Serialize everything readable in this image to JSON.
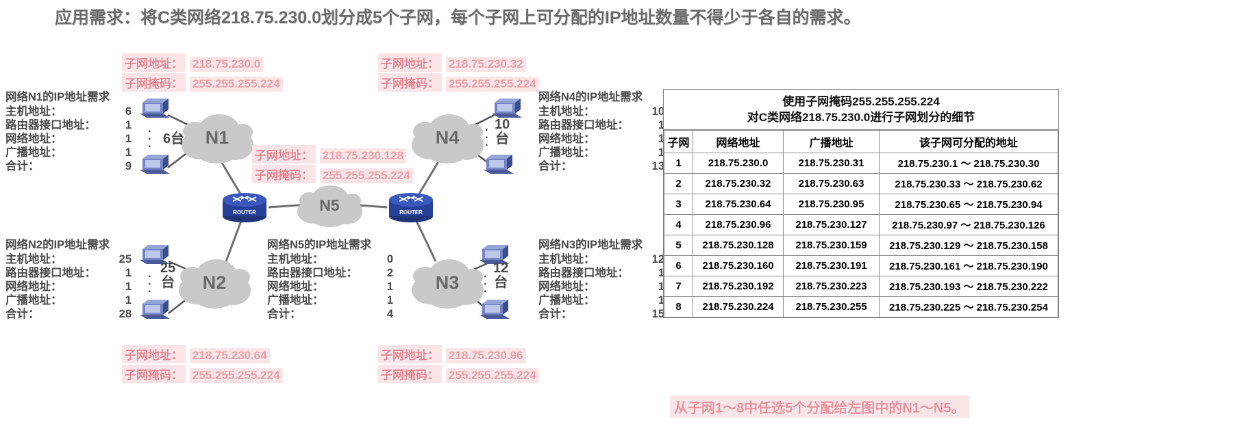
{
  "title": "应用需求：将C类网络218.75.230.0划分成5个子网，每个子网上可分配的IP地址数量不得少于各自的需求。",
  "callouts": [
    {
      "id": "n1",
      "addr_label": "子网地址：",
      "addr_value": "218.75.230.0",
      "mask_label": "子网掩码：",
      "mask_value": "255.255.255.224"
    },
    {
      "id": "n4",
      "addr_label": "子网地址：",
      "addr_value": "218.75.230.32",
      "mask_label": "子网掩码：",
      "mask_value": "255.255.255.224"
    },
    {
      "id": "n5",
      "addr_label": "子网地址：",
      "addr_value": "218.75.230.128",
      "mask_label": "子网掩码：",
      "mask_value": "255.255.255.224"
    },
    {
      "id": "n2",
      "addr_label": "子网地址：",
      "addr_value": "218.75.230.64",
      "mask_label": "子网掩码：",
      "mask_value": "255.255.255.224"
    },
    {
      "id": "n3",
      "addr_label": "子网地址：",
      "addr_value": "218.75.230.96",
      "mask_label": "子网掩码：",
      "mask_value": "255.255.255.224"
    }
  ],
  "requirements": [
    {
      "id": "n1",
      "header": "网络N1的IP地址需求",
      "rows": [
        {
          "key": "主机地址：",
          "value": "6"
        },
        {
          "key": "路由器接口地址：",
          "value": "1"
        },
        {
          "key": "网络地址：",
          "value": "1"
        },
        {
          "key": "广播地址：",
          "value": "1"
        },
        {
          "key": "合计：",
          "value": "9"
        }
      ]
    },
    {
      "id": "n4",
      "header": "网络N4的IP地址需求",
      "rows": [
        {
          "key": "主机地址：",
          "value": "10"
        },
        {
          "key": "路由器接口地址：",
          "value": "1"
        },
        {
          "key": "网络地址：",
          "value": "1"
        },
        {
          "key": "广播地址：",
          "value": "1"
        },
        {
          "key": "合计：",
          "value": "13"
        }
      ]
    },
    {
      "id": "n2",
      "header": "网络N2的IP地址需求",
      "rows": [
        {
          "key": "主机地址：",
          "value": "25"
        },
        {
          "key": "路由器接口地址：",
          "value": "1"
        },
        {
          "key": "网络地址：",
          "value": "1"
        },
        {
          "key": "广播地址：",
          "value": "1"
        },
        {
          "key": "合计：",
          "value": "28"
        }
      ]
    },
    {
      "id": "n5",
      "header": "网络N5的IP地址需求",
      "rows": [
        {
          "key": "主机地址：",
          "value": "0"
        },
        {
          "key": "路由器接口地址：",
          "value": "2"
        },
        {
          "key": "网络地址：",
          "value": "1"
        },
        {
          "key": "广播地址：",
          "value": "1"
        },
        {
          "key": "合计：",
          "value": "4"
        }
      ]
    },
    {
      "id": "n3",
      "header": "网络N3的IP地址需求",
      "rows": [
        {
          "key": "主机地址：",
          "value": "12"
        },
        {
          "key": "路由器接口地址：",
          "value": "1"
        },
        {
          "key": "网络地址：",
          "value": "1"
        },
        {
          "key": "广播地址：",
          "value": "1"
        },
        {
          "key": "合计：",
          "value": "15"
        }
      ]
    }
  ],
  "clouds": [
    {
      "id": "n1",
      "label": "N1"
    },
    {
      "id": "n4",
      "label": "N4"
    },
    {
      "id": "n5",
      "label": "N5"
    },
    {
      "id": "n2",
      "label": "N2"
    },
    {
      "id": "n3",
      "label": "N3"
    }
  ],
  "host_counts": [
    {
      "id": "n1",
      "text": "6台"
    },
    {
      "id": "n4",
      "text": "10\n台"
    },
    {
      "id": "n2",
      "text": "25\n台"
    },
    {
      "id": "n3",
      "text": "12\n台"
    }
  ],
  "router_label": "ROUTER",
  "subnet_table": {
    "title_line1": "使用子网掩码255.255.255.224",
    "title_line2": "对C类网络218.75.230.0进行子网划分的细节",
    "columns": [
      "子网",
      "网络地址",
      "广播地址",
      "该子网可分配的地址"
    ],
    "rows": [
      [
        "1",
        "218.75.230.0",
        "218.75.230.31",
        "218.75.230.1 ～ 218.75.230.30"
      ],
      [
        "2",
        "218.75.230.32",
        "218.75.230.63",
        "218.75.230.33 ～ 218.75.230.62"
      ],
      [
        "3",
        "218.75.230.64",
        "218.75.230.95",
        "218.75.230.65 ～ 218.75.230.94"
      ],
      [
        "4",
        "218.75.230.96",
        "218.75.230.127",
        "218.75.230.97 ～ 218.75.230.126"
      ],
      [
        "5",
        "218.75.230.128",
        "218.75.230.159",
        "218.75.230.129 ～ 218.75.230.158"
      ],
      [
        "6",
        "218.75.230.160",
        "218.75.230.191",
        "218.75.230.161 ～ 218.75.230.190"
      ],
      [
        "7",
        "218.75.230.192",
        "218.75.230.223",
        "218.75.230.193 ～ 218.75.230.222"
      ],
      [
        "8",
        "218.75.230.224",
        "218.75.230.255",
        "218.75.230.225 ～ 218.75.230.254"
      ]
    ]
  },
  "footnote": "从子网1～8中任选5个分配给左图中的N1～N5。",
  "colors": {
    "pink_text": "#ef8e9b",
    "pink_bg": "#fbe4e6",
    "title_gray": "#6b6b6b",
    "cloud_gray": "#c9c9c9",
    "router_blue": "#2e4a9e",
    "host_blue": "#5b6bad",
    "link_gray": "#6f6f6f"
  }
}
